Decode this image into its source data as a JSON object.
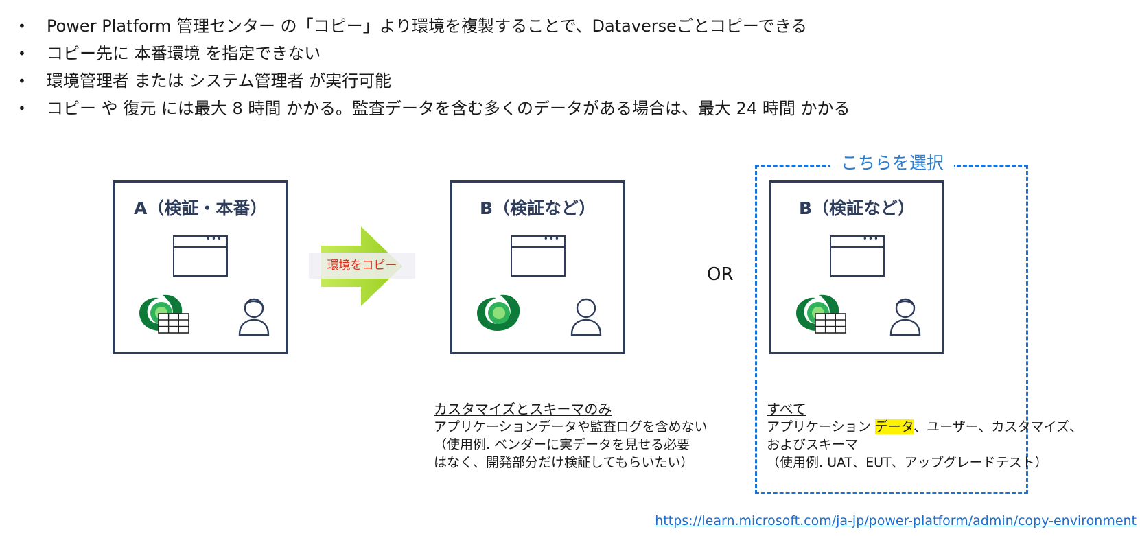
{
  "bullets": [
    "Power Platform 管理センター の「コピー」より環境を複製することで、Dataverseごとコピーできる",
    "コピー先に 本番環境 を指定できない",
    "環境管理者 または システム管理者 が実行可能",
    "コピー や 復元 には最大 8 時間 かかる。監査データを含む多くのデータがある場合は、最大 24 時間 かかる"
  ],
  "bullet_marker": "•",
  "env_a": {
    "title": "A（検証・本番）"
  },
  "arrow": {
    "label": "環境をコピー",
    "color": "#9fd12b"
  },
  "env_b1": {
    "title": "B（検証など）",
    "desc_heading": "カスタマイズとスキーマのみ",
    "desc_lines": [
      "アプリケーションデータや監査ログを含めない",
      "（使用例. ベンダーに実データを見せる必要",
      "はなく、開発部分だけ検証してもらいたい）"
    ]
  },
  "or_label": "OR",
  "selection": {
    "label": "こちらを選択",
    "color": "#1a73d8"
  },
  "env_b2": {
    "title": "B（検証など）",
    "desc_heading": "すべて",
    "desc_line1_pre": "アプリケーション ",
    "desc_line1_highlight": "データ",
    "desc_line1_post": "、ユーザー、カスタマイズ、",
    "desc_line2": "およびスキーマ",
    "desc_line3": "（使用例. UAT、EUT、アップグレードテスト）"
  },
  "icons": {
    "window": "browser-window-icon",
    "dataverse": "dataverse-logo-icon",
    "table": "table-grid-icon",
    "person": "person-icon"
  },
  "colors": {
    "box_border": "#2f3d5c",
    "link": "#1a6fd0",
    "highlight": "#fff200",
    "arrow_label": "#e0301e"
  },
  "link": {
    "url": "https://learn.microsoft.com/ja-jp/power-platform/admin/copy-environment"
  }
}
